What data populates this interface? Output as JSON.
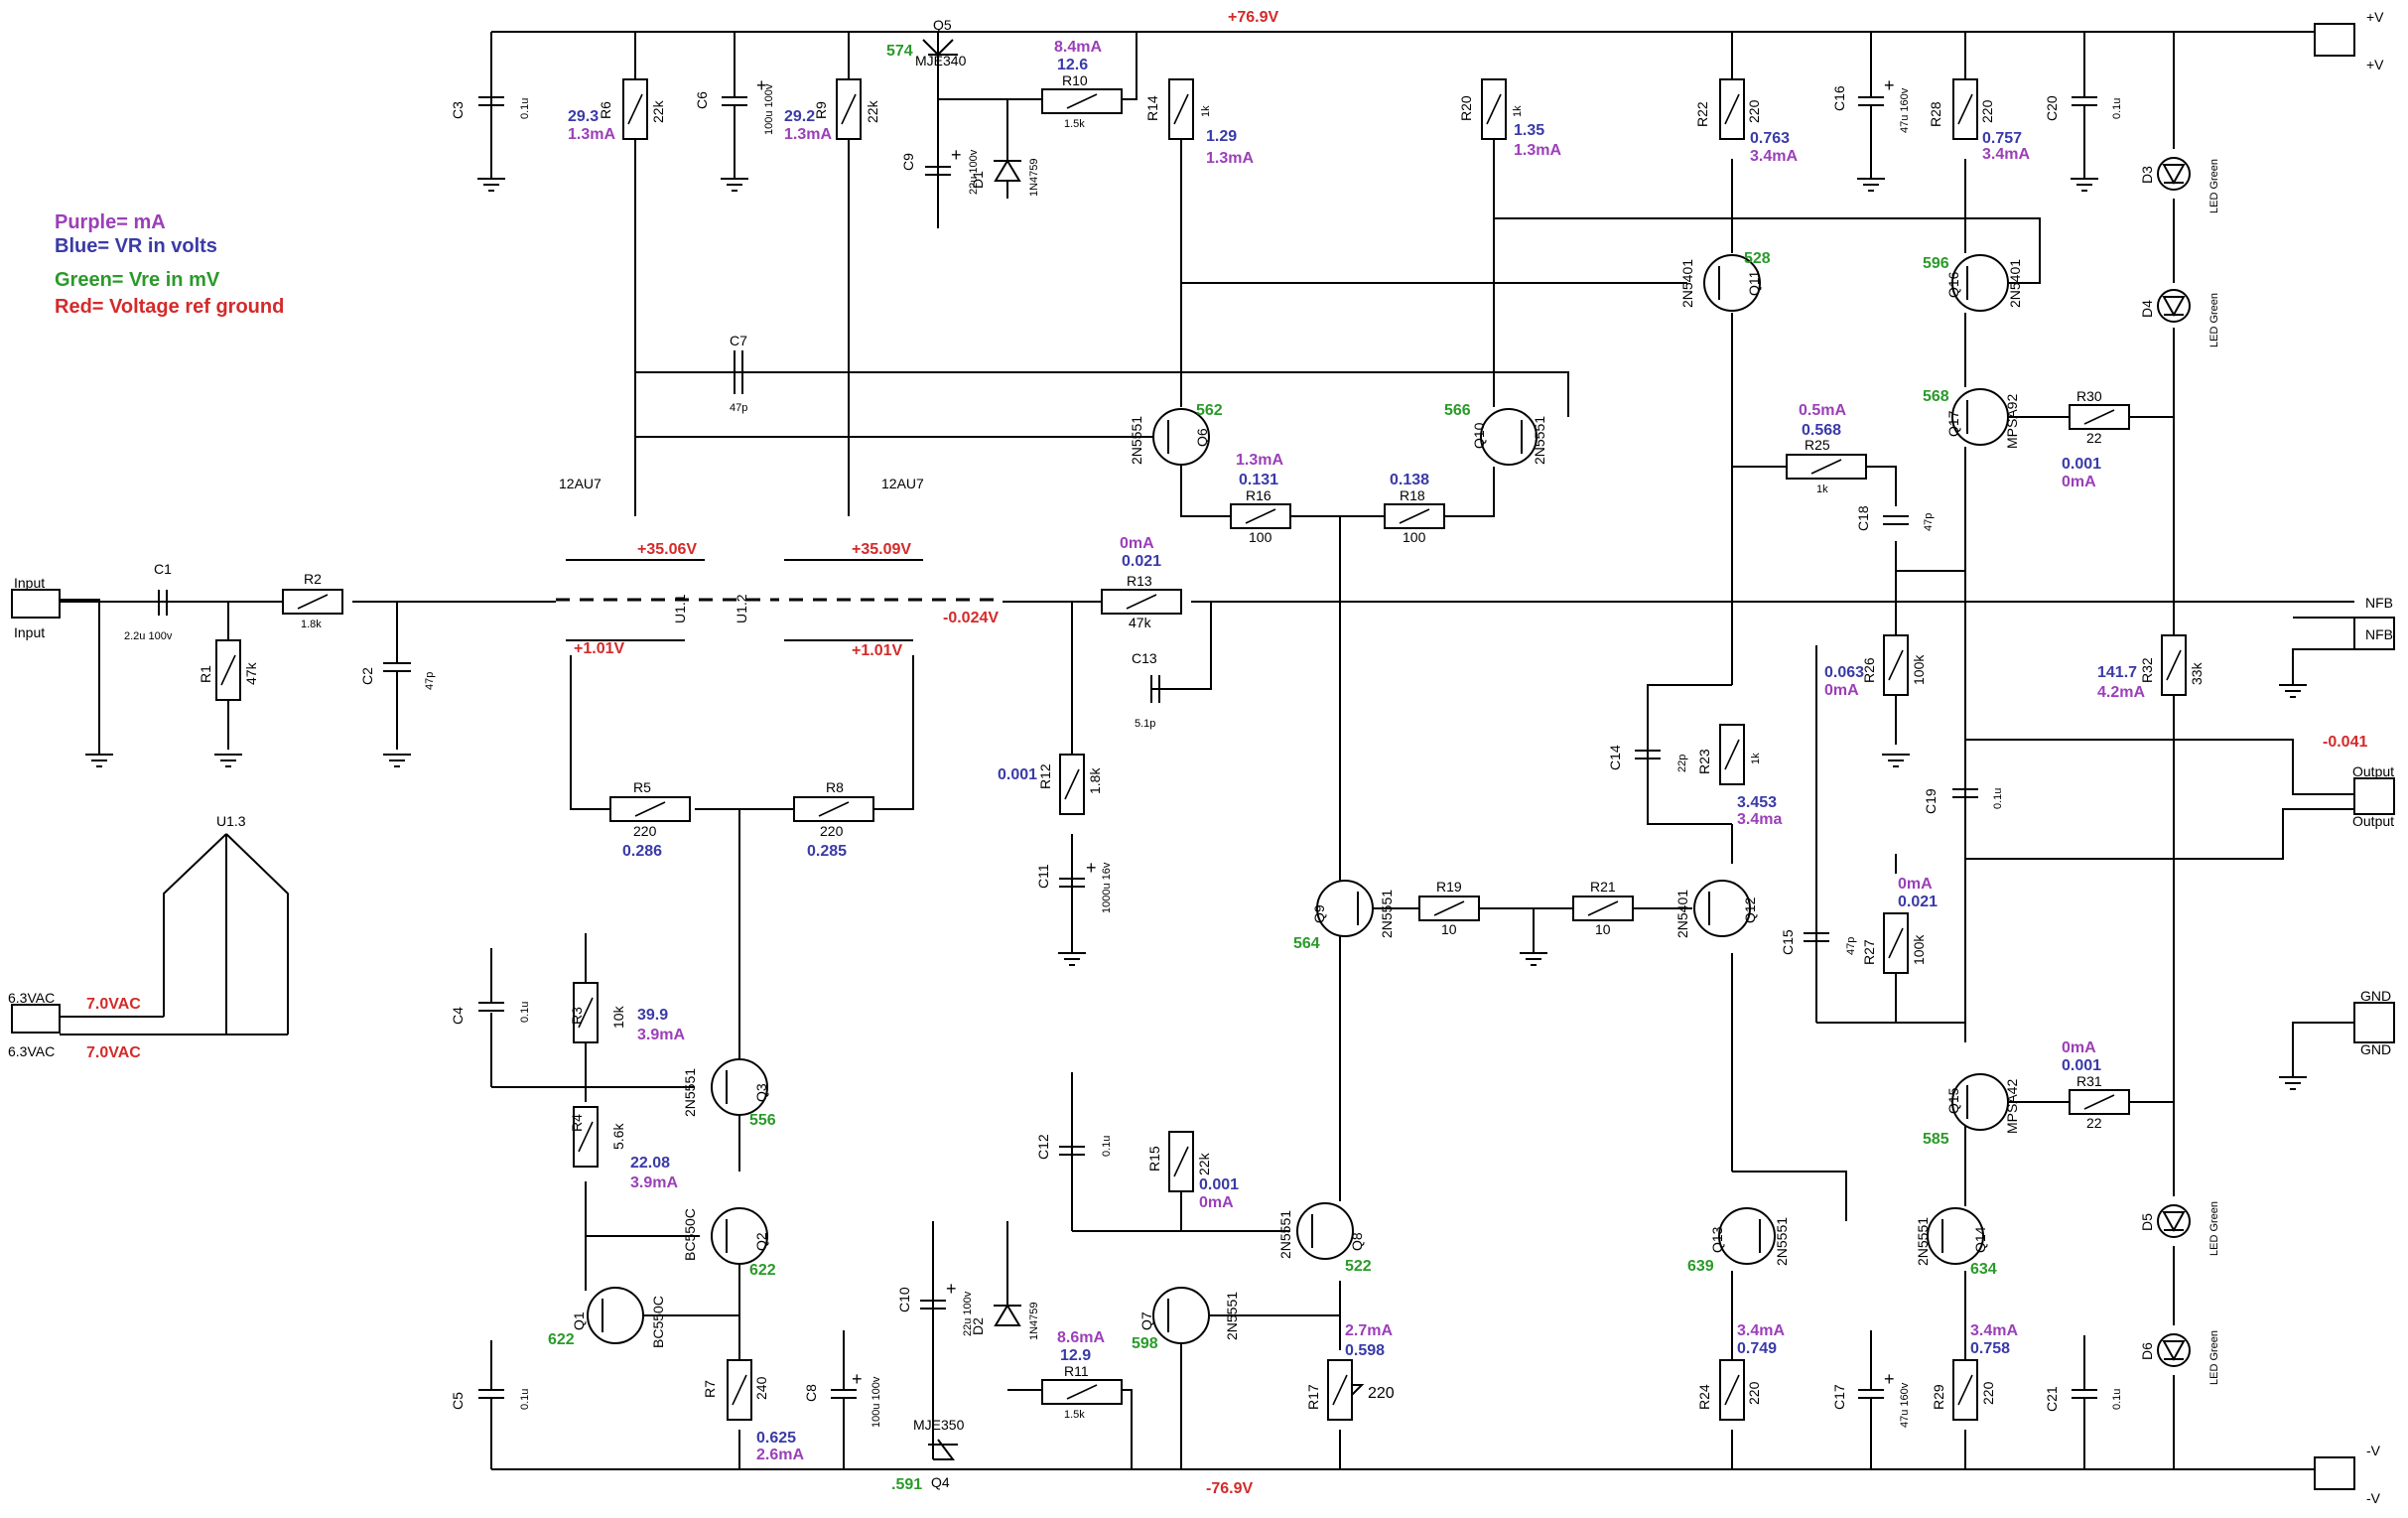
{
  "legend": {
    "purple": "Purple= mA",
    "blue": "Blue= VR in volts",
    "green": "Green= Vre in mV",
    "red": "Red= Voltage ref ground"
  },
  "colors": {
    "purple": "#9b3fb8",
    "blue": "#3a3aa8",
    "green": "#2a9a2a",
    "red": "#d42a2a"
  },
  "rails": {
    "top": "+76.9V",
    "bottom": "-76.9V"
  },
  "connectors": {
    "input": [
      "Input",
      "Input"
    ],
    "heater": [
      "6.3VAC",
      "6.3VAC"
    ],
    "pos": [
      "+V",
      "+V"
    ],
    "neg": [
      "-V",
      "-V"
    ],
    "nfb": [
      "NFB",
      "NFB"
    ],
    "output": [
      "Output",
      "Output"
    ],
    "gnd": [
      "GND",
      "GND"
    ]
  },
  "tube": {
    "u11": "U1.1",
    "u12": "U1.2",
    "u13": "U1.3",
    "type1": "12AU7",
    "type2": "12AU7"
  },
  "components": [
    {
      "ref": "R1",
      "value": "47k"
    },
    {
      "ref": "R2",
      "value": "1.8k"
    },
    {
      "ref": "R3",
      "value": "10k"
    },
    {
      "ref": "R4",
      "value": "5.6k"
    },
    {
      "ref": "R5",
      "value": "220"
    },
    {
      "ref": "R6",
      "value": "22k"
    },
    {
      "ref": "R7",
      "value": "240"
    },
    {
      "ref": "R8",
      "value": "220"
    },
    {
      "ref": "R9",
      "value": "22k"
    },
    {
      "ref": "R10",
      "value": "1.5k"
    },
    {
      "ref": "R11",
      "value": "1.5k"
    },
    {
      "ref": "R12",
      "value": "1.8k"
    },
    {
      "ref": "R13",
      "value": "47k"
    },
    {
      "ref": "R14",
      "value": "1k"
    },
    {
      "ref": "R15",
      "value": "22k"
    },
    {
      "ref": "R16",
      "value": "100"
    },
    {
      "ref": "R17",
      "value": "220"
    },
    {
      "ref": "R18",
      "value": "100"
    },
    {
      "ref": "R19",
      "value": "10"
    },
    {
      "ref": "R20",
      "value": "1k"
    },
    {
      "ref": "R21",
      "value": "10"
    },
    {
      "ref": "R22",
      "value": "220"
    },
    {
      "ref": "R23",
      "value": "1k"
    },
    {
      "ref": "R24",
      "value": "220"
    },
    {
      "ref": "R25",
      "value": "1k"
    },
    {
      "ref": "R26",
      "value": "100k"
    },
    {
      "ref": "R27",
      "value": "100k"
    },
    {
      "ref": "R28",
      "value": "220"
    },
    {
      "ref": "R29",
      "value": "220"
    },
    {
      "ref": "R30",
      "value": "22"
    },
    {
      "ref": "R31",
      "value": "22"
    },
    {
      "ref": "R32",
      "value": "33k"
    },
    {
      "ref": "C1",
      "value": "2.2u 100v"
    },
    {
      "ref": "C2",
      "value": "47p"
    },
    {
      "ref": "C3",
      "value": "0.1u"
    },
    {
      "ref": "C4",
      "value": "0.1u"
    },
    {
      "ref": "C5",
      "value": "0.1u"
    },
    {
      "ref": "C6",
      "value": "100u 100v"
    },
    {
      "ref": "C7",
      "value": "47p"
    },
    {
      "ref": "C8",
      "value": "100u 100v"
    },
    {
      "ref": "C9",
      "value": "22u 100v"
    },
    {
      "ref": "C10",
      "value": "22u 100v"
    },
    {
      "ref": "C11",
      "value": "1000u 16v"
    },
    {
      "ref": "C12",
      "value": "0.1u"
    },
    {
      "ref": "C13",
      "value": "5.1p"
    },
    {
      "ref": "C14",
      "value": "22p"
    },
    {
      "ref": "C15",
      "value": "47p"
    },
    {
      "ref": "C16",
      "value": "47u 160v"
    },
    {
      "ref": "C17",
      "value": "47u 160v"
    },
    {
      "ref": "C18",
      "value": "47p"
    },
    {
      "ref": "C19",
      "value": "0.1u"
    },
    {
      "ref": "C20",
      "value": "0.1u"
    },
    {
      "ref": "C21",
      "value": "0.1u"
    },
    {
      "ref": "Q1",
      "value": "BC550C"
    },
    {
      "ref": "Q2",
      "value": "BC550C"
    },
    {
      "ref": "Q3",
      "value": "2N5551"
    },
    {
      "ref": "Q4",
      "value": "MJE350"
    },
    {
      "ref": "Q5",
      "value": "MJE340"
    },
    {
      "ref": "Q6",
      "value": "2N5551"
    },
    {
      "ref": "Q7",
      "value": "2N5551"
    },
    {
      "ref": "Q8",
      "value": "2N5551"
    },
    {
      "ref": "Q9",
      "value": "2N5551"
    },
    {
      "ref": "Q10",
      "value": "2N5551"
    },
    {
      "ref": "Q11",
      "value": "2N5401"
    },
    {
      "ref": "Q12",
      "value": "2N5401"
    },
    {
      "ref": "Q13",
      "value": "2N5551"
    },
    {
      "ref": "Q14",
      "value": "2N5551"
    },
    {
      "ref": "Q15",
      "value": "MPSA42"
    },
    {
      "ref": "Q16",
      "value": "2N5401"
    },
    {
      "ref": "Q17",
      "value": "MPSA92"
    },
    {
      "ref": "D1",
      "value": "1N4759"
    },
    {
      "ref": "D2",
      "value": "1N4759"
    },
    {
      "ref": "D3",
      "value": "LED Green"
    },
    {
      "ref": "D4",
      "value": "LED Green"
    },
    {
      "ref": "D5",
      "value": "LED Green"
    },
    {
      "ref": "D6",
      "value": "LED Green"
    }
  ],
  "measurements": {
    "r6_v": "29.3",
    "r6_ma": "1.3mA",
    "r9_v": "29.2",
    "r9_ma": "1.3mA",
    "q5_vre": "574",
    "r10_ma": "8.4mA",
    "r10_v": "12.6",
    "r14_v": "1.29",
    "r14_ma": "1.3mA",
    "r20_v": "1.35",
    "r20_ma": "1.3mA",
    "r22_v": "0.763",
    "r22_ma": "3.4mA",
    "r28_v": "0.757",
    "r28_ma": "3.4mA",
    "q11_vre": "528",
    "q16_vre": "596",
    "q6_vre": "562",
    "q10_vre": "566",
    "q17_vre": "568",
    "r16_ma": "1.3mA",
    "r16_v": "0.131",
    "r18_v": "0.138",
    "r25_ma": "0.5mA",
    "r25_v": "0.568",
    "r30_v": "0.001",
    "r30_ma": "0mA",
    "u11_plate": "+35.06V",
    "u12_plate": "+35.09V",
    "r13_ma": "0mA",
    "r13_v": "0.021",
    "grid_v": "-0.024V",
    "u11_cath": "+1.01V",
    "u12_cath": "+1.01V",
    "r5_v": "0.286",
    "r8_v": "0.285",
    "r12_v": "0.001",
    "r26_v": "0.063",
    "r26_ma": "0mA",
    "r32_v": "141.7",
    "r32_ma": "4.2mA",
    "out_v": "-0.041",
    "r23_v": "3.453",
    "r23_ma": "3.4ma",
    "r27_ma": "0mA",
    "r27_v": "0.021",
    "q9_vre": "564",
    "r3_v": "39.9",
    "r3_ma": "3.9mA",
    "r4_v": "22.08",
    "r4_ma": "3.9mA",
    "q3_vre": "556",
    "q2_vre": "622",
    "q1_vre": "622",
    "r7_v": "0.625",
    "r7_ma": "2.6mA",
    "r15_v": "0.001",
    "r15_ma": "0mA",
    "q8_vre": "522",
    "r17_ma": "2.7mA",
    "r17_v": "0.598",
    "q7_vre": "598",
    "r11_ma": "8.6mA",
    "r11_v": "12.9",
    "q4_vre": ".591",
    "q13_vre": "639",
    "q14_vre": "634",
    "r24_ma": "3.4mA",
    "r24_v": "0.749",
    "r29_ma": "3.4mA",
    "r29_v": "0.758",
    "r31_ma": "0mA",
    "r31_v": "0.001",
    "q15_vre": "585",
    "heater_a": "7.0VAC",
    "heater_b": "7.0VAC"
  }
}
